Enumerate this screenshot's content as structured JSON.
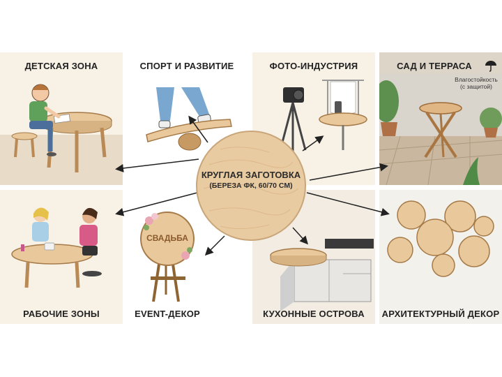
{
  "center": {
    "line1": "КРУГЛАЯ ЗАГОТОВКА",
    "line2": "(БЕРЕЗА ФК, 60/70 СМ)"
  },
  "panels": {
    "kids": {
      "title": "ДЕТСКАЯ ЗОНА"
    },
    "sport": {
      "title": "СПОРТ И РАЗВИТИЕ"
    },
    "photo": {
      "title": "ФОТО-ИНДУСТРИЯ"
    },
    "garden": {
      "title": "САД И ТЕРРАСА",
      "note_line1": "Влагостойкость",
      "note_line2": "(с защитой)"
    },
    "work": {
      "title": "РАБОЧИЕ ЗОНЫ"
    },
    "event": {
      "title": "EVENT-ДЕКОР",
      "sign_text": "СВАДЬБА"
    },
    "kitchen": {
      "title": "КУХОННЫЕ ОСТРОВА"
    },
    "arch": {
      "title": "АРХИТЕКТУРНЫЙ ДЕКОР"
    }
  },
  "icons": {
    "umbrella": "umbrella-icon"
  },
  "colors": {
    "wood": "#e9c99b",
    "wood_dark": "#b98a55",
    "panel_bg": "#f6efe3"
  }
}
